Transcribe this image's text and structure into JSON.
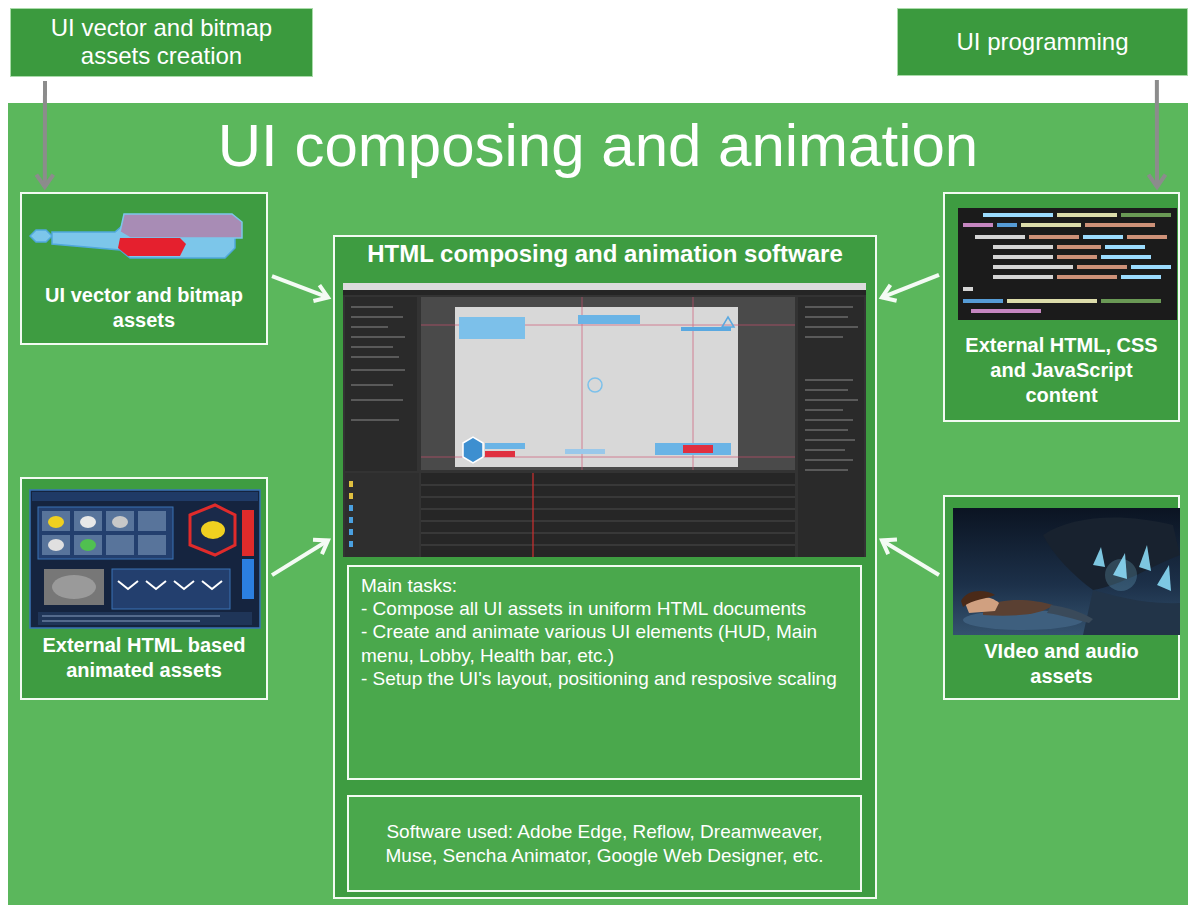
{
  "diagram": {
    "nodes": [
      {
        "text": [
          "UI vector and bitmap assets creation"
        ]
      },
      {
        "text": [
          "UI programming"
        ]
      },
      {
        "text": [
          "UI composing and animation"
        ]
      },
      {
        "text": [
          "UI vector and bitmap assets"
        ],
        "in": 2
      },
      {
        "text": [
          "HTML composing and animation software"
        ],
        "in": 2
      },
      {
        "text": [
          "Main tasks:",
          "- Compose all UI assets in uniform HTML documents",
          "- Create and animate various UI elements (HUD, Main menu, Lobby, Health bar, etc.)",
          "- Setup the UI's layout, positioning and resposive scaling"
        ],
        "in": 4
      },
      {
        "text": [
          "Software used: Adobe Edge, Reflow, Dreamweaver, Muse, Sencha Animator, Google Web Designer, etc."
        ],
        "in": 4
      },
      {
        "text": [
          "External HTML, CSS and JavaScript content"
        ],
        "in": 2
      },
      {
        "text": [
          "External HTML based animated assets"
        ],
        "in": 2
      },
      {
        "text": [
          "VIdeo and audio assets"
        ],
        "in": 2
      }
    ],
    "edges": [
      {
        "from": 0,
        "to": 3,
        "arrow": "to"
      },
      {
        "from": 1,
        "to": 7,
        "arrow": "to"
      },
      {
        "from": 3,
        "to": 4,
        "arrow": "to"
      },
      {
        "from": 7,
        "to": 4,
        "arrow": "to"
      },
      {
        "from": 8,
        "to": 4,
        "arrow": "to"
      },
      {
        "from": 9,
        "to": 4,
        "arrow": "to"
      }
    ]
  }
}
